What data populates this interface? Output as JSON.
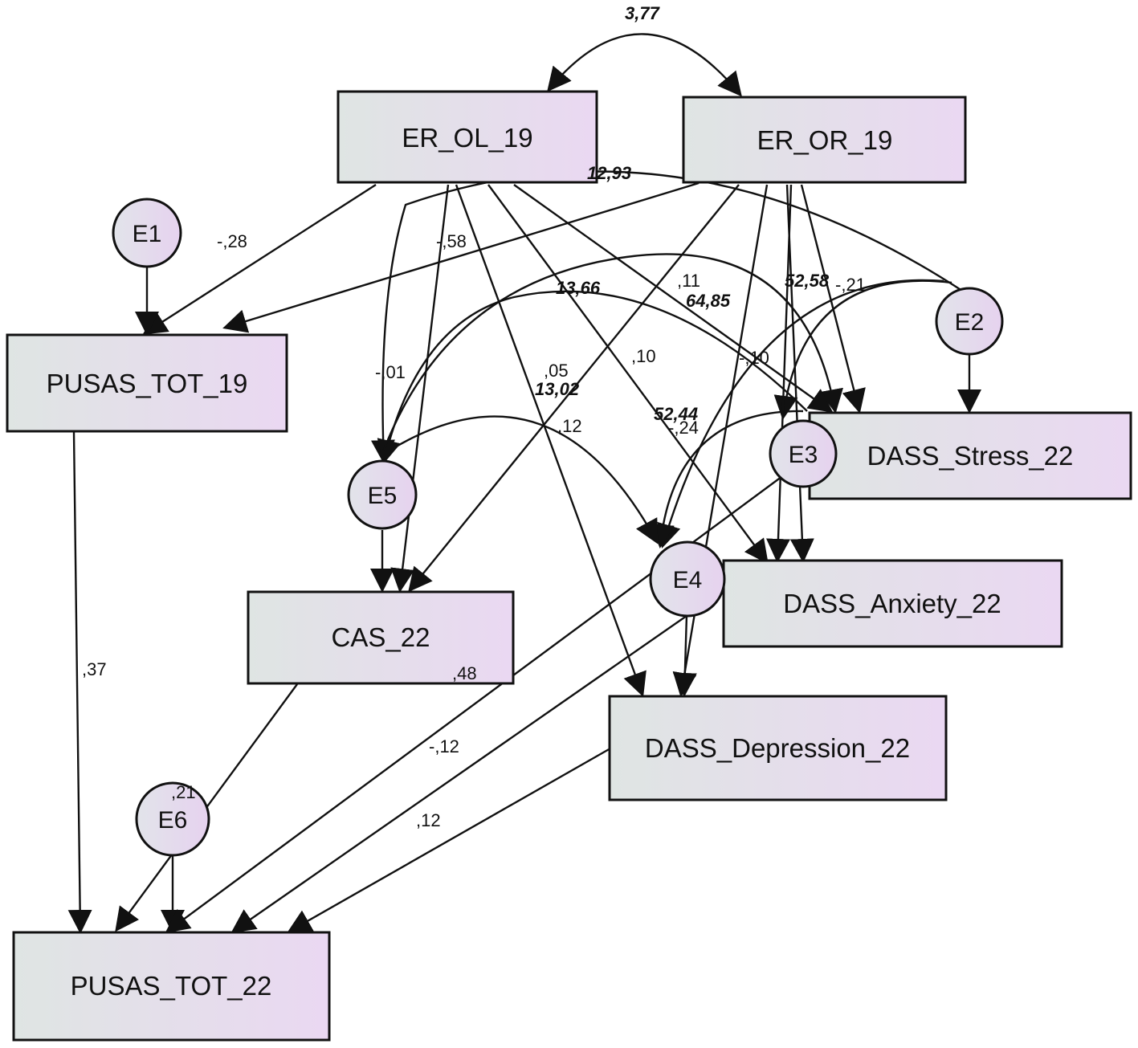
{
  "nodes": {
    "er_ol_19": "ER_OL_19",
    "er_or_19": "ER_OR_19",
    "pusas_tot_19": "PUSAS_TOT_19",
    "dass_stress_22": "DASS_Stress_22",
    "dass_anxiety_22": "DASS_Anxiety_22",
    "cas_22": "CAS_22",
    "dass_depression_22": "DASS_Depression_22",
    "pusas_tot_22": "PUSAS_TOT_22"
  },
  "errors": {
    "e1": "E1",
    "e2": "E2",
    "e3": "E3",
    "e4": "E4",
    "e5": "E5",
    "e6": "E6"
  },
  "coefficients": {
    "ol_pusas19": "-,28",
    "ol_cas": "-,58",
    "or_anx": ",11",
    "or_stress": "-,21",
    "ol_stress": "-,10",
    "ol_anx": ",10",
    "ol_dep": ",05",
    "ol_e4": ",12",
    "or_dep": "-,24",
    "e5_cas": "-,01",
    "pusas19_pusas22": ",37",
    "cas_pusas22": ",48",
    "stress_pusas22": "-,12",
    "anx_pusas22": ",21",
    "dep_pusas22": ",12"
  },
  "covariances": {
    "ol_or": "3,77",
    "c1": "12,93",
    "c2": "13,66",
    "c3": "64,85",
    "c4": "52,58",
    "c5": "13,02",
    "c6": "52,44"
  },
  "colors": {
    "box_left": "#dfe5e3",
    "box_right": "#ead8f2",
    "circle_left": "#e2e4ea",
    "circle_right": "#e6d2ef",
    "stroke": "#111111"
  }
}
